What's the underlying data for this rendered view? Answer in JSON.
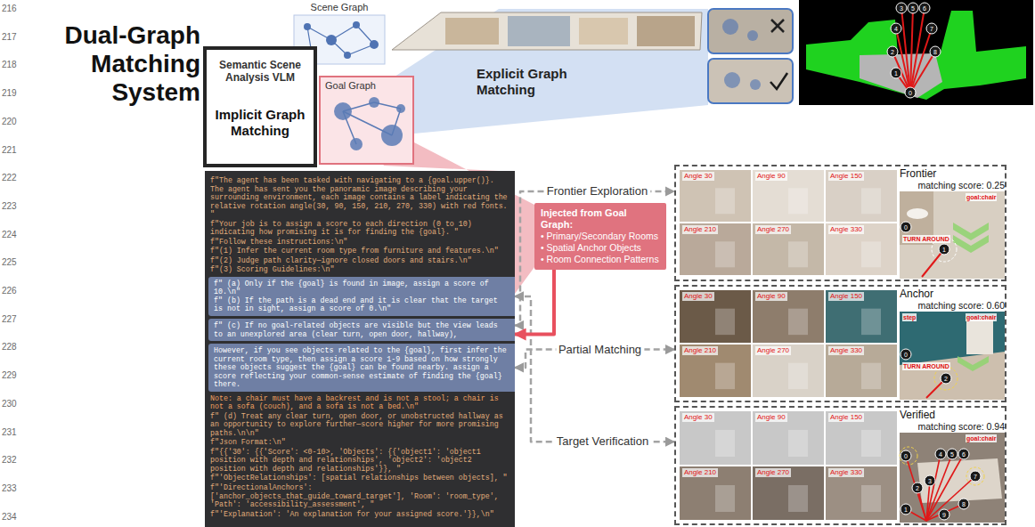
{
  "diagram": {
    "title": "Dual-Graph Matching System",
    "nodes": [
      {
        "text": [
          "Scene Graph"
        ]
      },
      {
        "text": [
          "Semantic Scene Analysis VLM",
          "Implicit Graph Matching"
        ]
      },
      {
        "text": [
          "Goal Graph"
        ]
      },
      {
        "text": [
          "f\"The agent has been tasked with navigating to a {goal.upper()}. The agent has sent you the panoramic image describing your surrounding environment, each image contains a label indicating the relative rotation angle(30, 90, 150, 210, 270, 330) with red fonts. \"",
          "f\"Your job is to assign a score to each direction (0 to 10) indicating how promising it is for finding the {goal}. \"",
          "f\"Follow these instructions:\\n\"",
          "f\"(1) Infer the current room type from furniture and features.\\n\"",
          "f\"(2) Judge path clarity—ignore closed doors and stairs.\\n\"",
          "f\"(3) Scoring Guidelines:\\n\"",
          "Note: a chair must have a backrest and is not a stool; a chair is not a sofa (couch), and a sofa is not a bed.\\n\"",
          "f\" (d) Treat any clear turn, open door, or unobstructed hallway as an opportunity to explore further—score higher for more promising paths.\\n\\n\"",
          "f\"Json Format:\\n\"",
          "f\"{{'30': {{'Score': <0-10>, 'Objects': {{'object1': 'object1 position with depth and relationships', 'object2': 'object2 position with depth and relationships'}}, \"",
          "f\"'ObjectRelationships': [spatial relationships between objects], \"",
          "f\"'DirectionalAnchors': ['anchor_objects_that_guide_toward_target'], 'Room': 'room_type', 'Path': 'accessibility_assessment', \"",
          "f\"'Explanation': 'An explanation for your assigned score.'}},\\n\""
        ]
      },
      {
        "text": [
          "f\" (a) Only if the {goal} is found in image, assign a score of 10.\\n\"",
          "f\" (b) If the path is a dead end and it is clear that the target is not in sight, assign a score of 0.\\n\""
        ],
        "in": 3
      },
      {
        "text": [
          "f\" (c) If no goal-related objects are visible but the view leads to an unexplored area (clear turn, open door, hallway),"
        ],
        "in": 3
      },
      {
        "text": [
          "However, if you see objects related to the {goal}, first infer the current room type, then assign a score 1-9 based on how strongly these objects suggest the {goal} can be found nearby. assign a score reflecting your common-sense estimate of finding the {goal} there."
        ],
        "in": 3
      },
      {
        "text": [
          "Injected from Goal Graph:",
          "• Primary/Secondary Rooms",
          "• Spatial Anchor Objects",
          "• Room Connection Patterns"
        ]
      },
      {
        "text": [
          "Angle 30",
          "Angle 90",
          "Angle 150",
          "Angle 210",
          "Angle 270",
          "Angle 330"
        ]
      },
      {
        "text": [
          "Frontier",
          "matching score: 0.25"
        ],
        "in": 8
      },
      {
        "text": [
          "Angle 30",
          "Angle 90",
          "Angle 150",
          "Angle 210",
          "Angle 270",
          "Angle 330"
        ]
      },
      {
        "text": [
          "Anchor",
          "matching score: 0.60"
        ],
        "in": 10
      },
      {
        "text": [
          "Angle 30",
          "Angle 90",
          "Angle 150",
          "Angle 210",
          "Angle 270",
          "Angle 330"
        ]
      },
      {
        "text": [
          "Verified",
          "matching score: 0.94"
        ],
        "in": 12
      }
    ],
    "edges": [
      {
        "from": 5,
        "to": 8,
        "label": "Frontier Exploration",
        "arrow": "both"
      },
      {
        "from": 6,
        "to": 10,
        "label": "Partial Matching",
        "arrow": "both"
      },
      {
        "from": 4,
        "to": 12,
        "label": "Target Verification",
        "arrow": "both"
      },
      {
        "from": 7,
        "to": 5,
        "arrow": "to"
      }
    ],
    "labels": [
      "216",
      "217",
      "218",
      "219",
      "220",
      "221",
      "222",
      "223",
      "224",
      "225",
      "226",
      "227",
      "228",
      "229",
      "230",
      "231",
      "232",
      "233",
      "234",
      "Explicit Graph Matching",
      "3",
      "5",
      "6",
      "4",
      "7",
      "8",
      "2",
      "1",
      "0",
      "goal:chair",
      "TURN AROUND",
      "0",
      "1",
      "step",
      "goal:chair",
      "0",
      "TURN AROUND",
      "2",
      "goal:chair",
      "0",
      "1",
      "2",
      "3",
      "4",
      "5",
      "6",
      "7",
      "8",
      "9"
    ]
  }
}
